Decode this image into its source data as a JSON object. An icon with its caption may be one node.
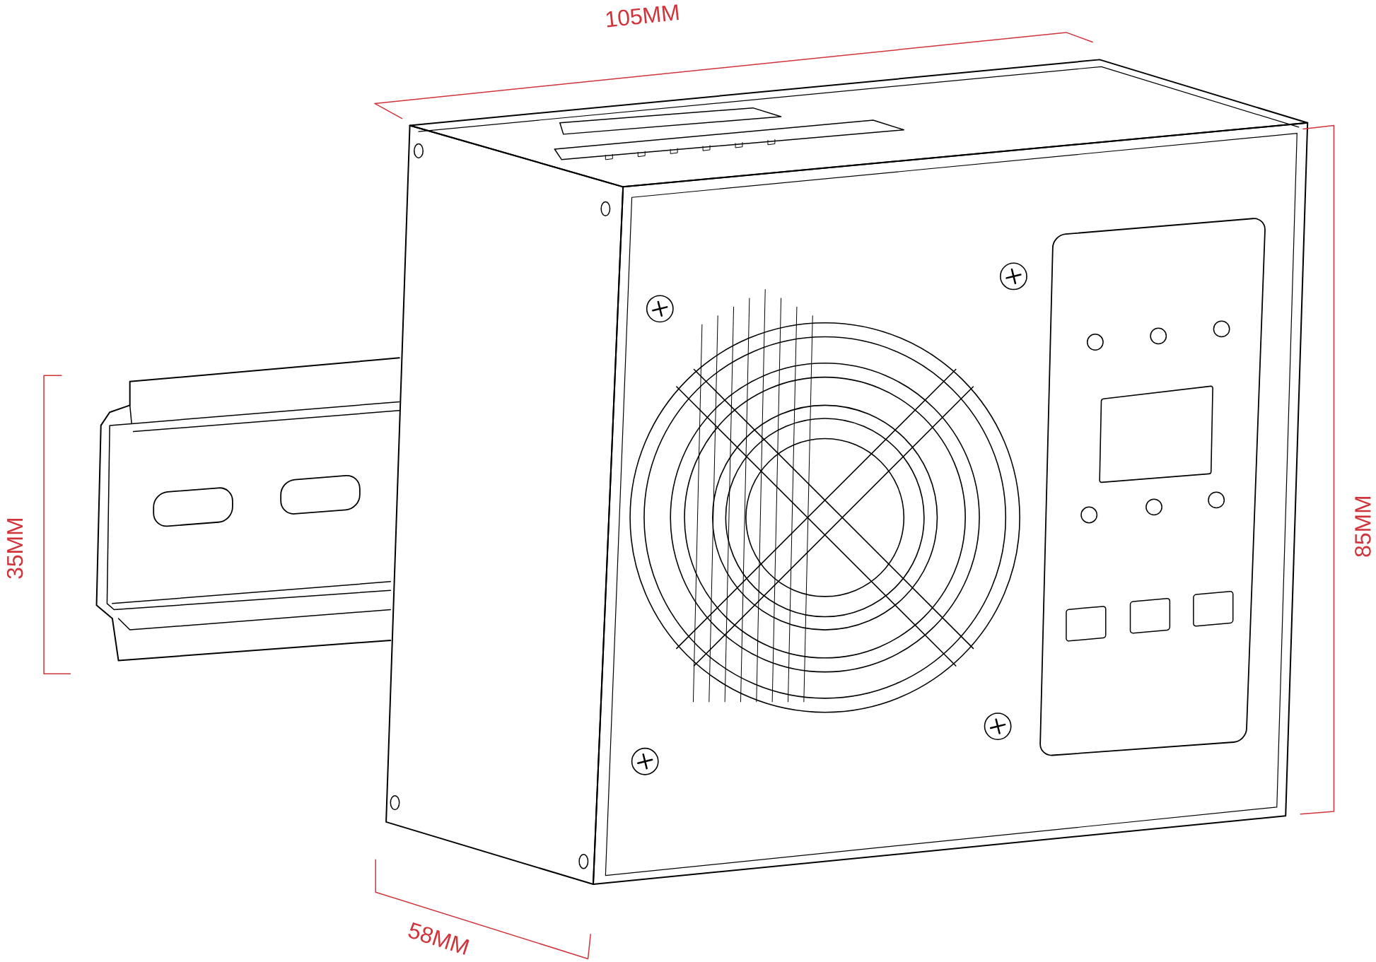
{
  "diagram": {
    "labels": [
      "105MM",
      "35MM",
      "85MM",
      "58MM"
    ]
  }
}
